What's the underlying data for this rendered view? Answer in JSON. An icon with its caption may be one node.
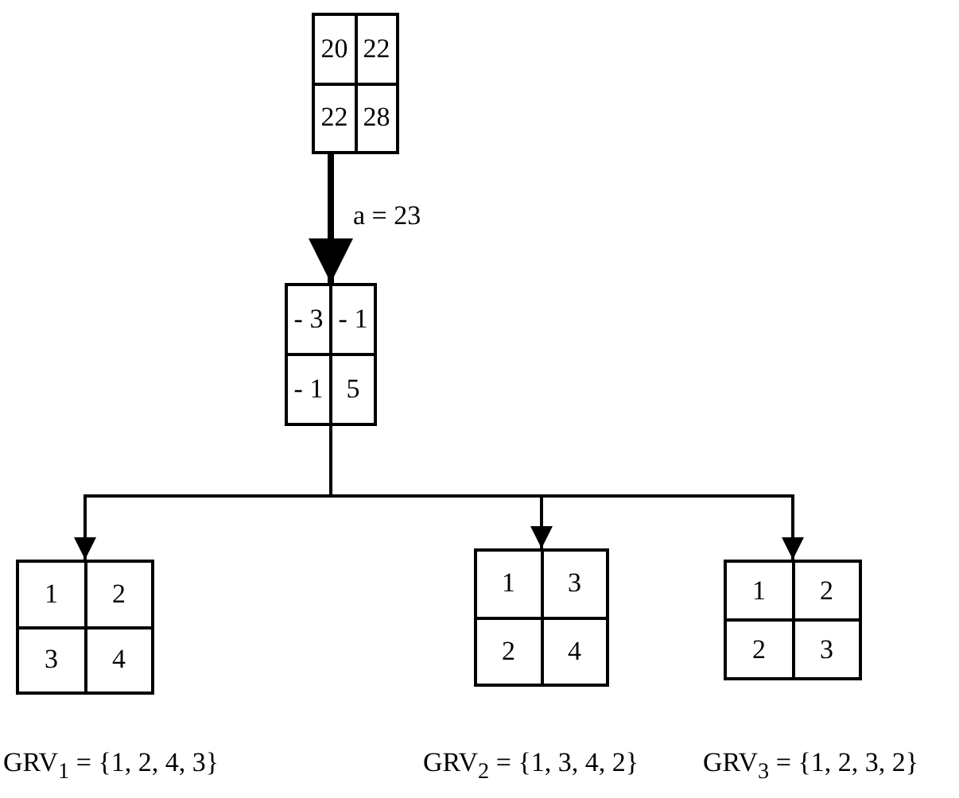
{
  "diagram": {
    "nodes": [
      {
        "text": [
          "20",
          "22",
          "22",
          "28"
        ]
      },
      {
        "text": [
          "- 3",
          "- 1",
          "- 1",
          "5"
        ]
      },
      {
        "text": [
          "1",
          "2",
          "3",
          "4"
        ],
        "beside": [
          "GRV$_{1}$ = {1, 2, 4, 3}"
        ]
      },
      {
        "text": [
          "1",
          "3",
          "2",
          "4"
        ],
        "beside": [
          "GRV$_{2}$ = {1, 3, 4, 2}"
        ]
      },
      {
        "text": [
          "1",
          "2",
          "2",
          "3"
        ],
        "beside": [
          "GRV$_{3}$ = {1, 2, 3, 2}"
        ]
      }
    ],
    "edges": [
      {
        "from": 0,
        "to": 1,
        "arrow": "to",
        "label": "a = 23",
        "style": "thick"
      },
      {
        "from": 1,
        "to": 2,
        "arrow": "to"
      },
      {
        "from": 1,
        "to": 3,
        "arrow": "to"
      },
      {
        "from": 1,
        "to": 4,
        "arrow": "to"
      }
    ]
  }
}
